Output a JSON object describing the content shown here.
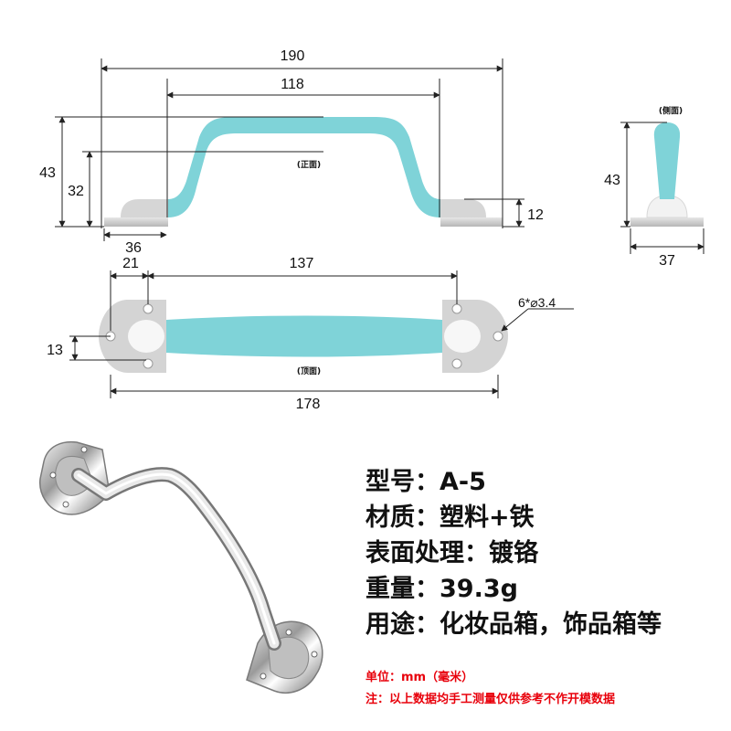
{
  "colors": {
    "grip": "#7fd3d8",
    "bracket": "#cfcfcf",
    "dimension_line": "#222222",
    "note_text": "#e8000b",
    "spec_text": "#111111"
  },
  "views": {
    "front_label": "(正面)",
    "side_label": "(侧面)",
    "top_label": "(顶面)"
  },
  "dimensions": {
    "front_overall_width": "190",
    "front_grip_width": "118",
    "front_height": "43",
    "front_grip_height": "32",
    "front_foot_width": "36",
    "front_foot_height": "12",
    "side_height": "43",
    "side_width": "37",
    "top_hole_offset": "21",
    "top_hole_spacing": "137",
    "top_hole_spec": "6*⌀3.4",
    "top_width_small": "13",
    "top_overall_width": "178"
  },
  "specs": [
    "型号：A-5",
    "材质：塑料+铁",
    "表面处理：镀铬",
    "重量：39.3g",
    "用途：化妆品箱，饰品箱等"
  ],
  "notes": [
    "单位：mm（毫米）",
    "注：以上数据均手工测量仅供参考不作开模数据"
  ]
}
